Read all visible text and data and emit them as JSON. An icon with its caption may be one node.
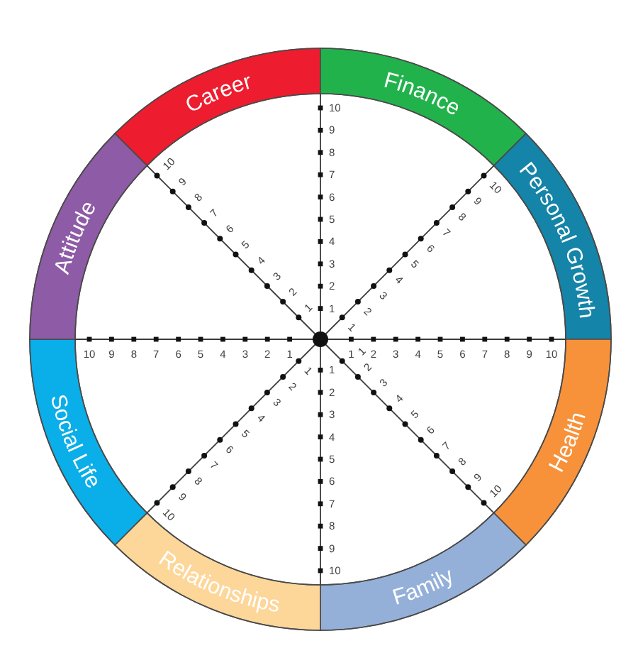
{
  "diagram": {
    "nodes": [
      {
        "text": [
          "Career"
        ]
      },
      {
        "text": [
          "Finance"
        ]
      },
      {
        "text": [
          "Personal Growth"
        ]
      },
      {
        "text": [
          "Health"
        ]
      },
      {
        "text": [
          "Family"
        ]
      },
      {
        "text": [
          "Relationships"
        ]
      },
      {
        "text": [
          "Social Life"
        ]
      },
      {
        "text": [
          "Attitude"
        ]
      }
    ],
    "labels": [
      "1",
      "2",
      "3",
      "4",
      "5",
      "6",
      "7",
      "8",
      "9",
      "10",
      "1",
      "2",
      "3",
      "4",
      "5",
      "6",
      "7",
      "8",
      "9",
      "10",
      "1",
      "2",
      "3",
      "4",
      "5",
      "6",
      "7",
      "8",
      "9",
      "10",
      "1",
      "2",
      "3",
      "4",
      "5",
      "6",
      "7",
      "8",
      "9",
      "10",
      "1",
      "2",
      "3",
      "4",
      "5",
      "6",
      "7",
      "8",
      "9",
      "10",
      "1",
      "2",
      "3",
      "4",
      "5",
      "6",
      "7",
      "8",
      "9",
      "10",
      "1",
      "2",
      "3",
      "4",
      "5",
      "6",
      "7",
      "8",
      "9",
      "10",
      "1",
      "2",
      "3",
      "4",
      "5",
      "6",
      "7",
      "8",
      "9",
      "10"
    ]
  }
}
